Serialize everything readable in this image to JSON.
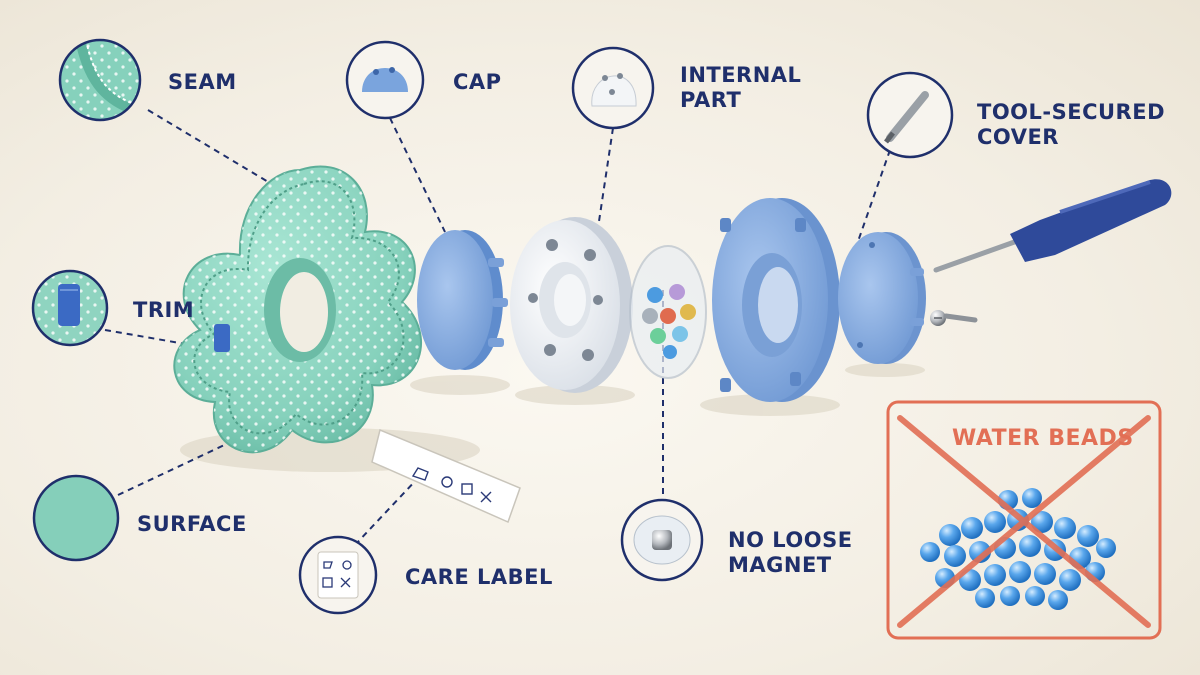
{
  "callouts": {
    "seam": "SEAM",
    "trim": "TRIM",
    "surface": "SURFACE",
    "care_label": "CARE LABEL",
    "cap": "CAP",
    "internal_part": "INTERNAL\nPART",
    "tool_secured_cover": "TOOL-SECURED\nCOVER",
    "no_loose_magnet": "NO LOOSE\nMAGNET"
  },
  "warning": {
    "label": "WATER BEADS"
  },
  "colors": {
    "navy": "#1f2f6b",
    "mint": "#8ed5c1",
    "blue_part": "#8fb2e2",
    "warning": "#e26f55",
    "bead": "#4f9ee6"
  }
}
